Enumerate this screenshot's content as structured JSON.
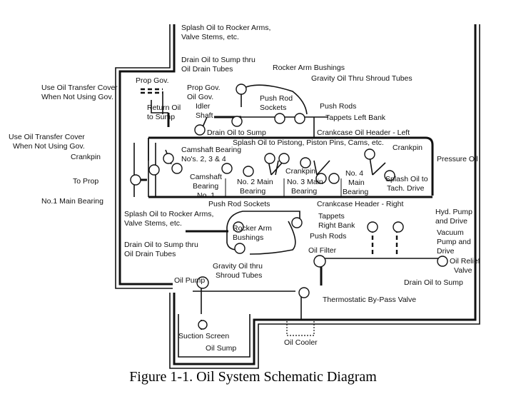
{
  "caption": "Figure 1-1. Oil System Schematic Diagram",
  "labels": {
    "splash_rocker_top_1": "Splash Oil to Rocker Arms,",
    "splash_rocker_top_2": "Valve Stems, etc.",
    "drain_sump_top_1": "Drain Oil to Sump thru",
    "drain_sump_top_2": "Oil Drain Tubes",
    "rocker_arm_bushings_top": "Rocker Arm Bushings",
    "gravity_oil_shroud_top": "Gravity Oil Thru Shroud Tubes",
    "prop_gov": "Prop Gov.",
    "use_oil_transfer_1a": "Use Oil Transfer Cover",
    "use_oil_transfer_1b": "When Not Using Gov.",
    "prop_gov_idler_1": "Prop Gov.",
    "prop_gov_idler_2": "Oil Gov.",
    "prop_gov_idler_3": "Idler",
    "prop_gov_idler_4": "Shaft",
    "push_rod_sockets_top_1": "Push Rod",
    "push_rod_sockets_top_2": "Sockets",
    "push_rods_top": "Push Rods",
    "tappets_left": "Tappets Left Bank",
    "return_oil_1": "Return Oil",
    "return_oil_2": "to Sump",
    "use_oil_transfer_2a": "Use Oil Transfer Cover",
    "use_oil_transfer_2b": "When Not Using Gov.",
    "drain_oil_sump_mid": "Drain Oil to Sump",
    "crankcase_header_left": "Crankcase Oil Header - Left",
    "splash_pistons": "Splash Oil to Pistong, Piston Pins, Cams, etc.",
    "crankpin_left": "Crankpin",
    "camshaft_bearing_1": "Camshaft Bearing",
    "camshaft_bearing_2": "No's. 2, 3 & 4",
    "crankpin_right": "Crankpin",
    "pressure_oil": "Pressure Oil",
    "crankpin_mid": "Crankpin",
    "to_prop": "To Prop",
    "camshaft_no1_1": "Camshaft",
    "camshaft_no1_2": "Bearing",
    "camshaft_no1_3": "No. 1",
    "no2_main_1": "No. 2 Main",
    "no2_main_2": "Bearing",
    "no3_main_1": "No. 3 Main",
    "no3_main_2": "Bearing",
    "no4_main_1": "No. 4",
    "no4_main_2": "Main",
    "no4_main_3": "Bearing",
    "splash_tach_1": "Splash Oil to",
    "splash_tach_2": "Tach. Drive",
    "no1_main": "No.1 Main Bearing",
    "push_rod_sockets_bottom": "Push Rod Sockets",
    "crankcase_header_right": "Crankcase Header - Right",
    "splash_rocker_bot_1": "Splash Oil to Rocker Arms,",
    "splash_rocker_bot_2": "Valve Stems, etc.",
    "tappets_right_1": "Tappets",
    "tappets_right_2": "Right Bank",
    "hyd_pump_1": "Hyd. Pump",
    "hyd_pump_2": "and Drive",
    "rocker_bush_bot_1": "Rocker Arm",
    "rocker_bush_bot_2": "Bushings",
    "push_rods_bottom": "Push Rods",
    "vacuum_pump_1": "Vacuum",
    "vacuum_pump_2": "Pump and",
    "vacuum_pump_3": "Drive",
    "drain_sump_bot_1": "Drain Oil to Sump thru",
    "drain_sump_bot_2": "Oil Drain Tubes",
    "oil_filter": "Oil Filter",
    "gravity_oil_bot_1": "Gravity Oil thru",
    "gravity_oil_bot_2": "Shroud Tubes",
    "oil_relief_1": "Oil Relief",
    "oil_relief_2": "Valve",
    "oil_pump": "Oil Pump",
    "drain_oil_sump_right": "Drain Oil to Sump",
    "thermostatic": "Thermostatic By-Pass Valve",
    "suction_screen": "Suction Screen",
    "oil_sump": "Oil Sump",
    "oil_cooler": "Oil Cooler"
  }
}
